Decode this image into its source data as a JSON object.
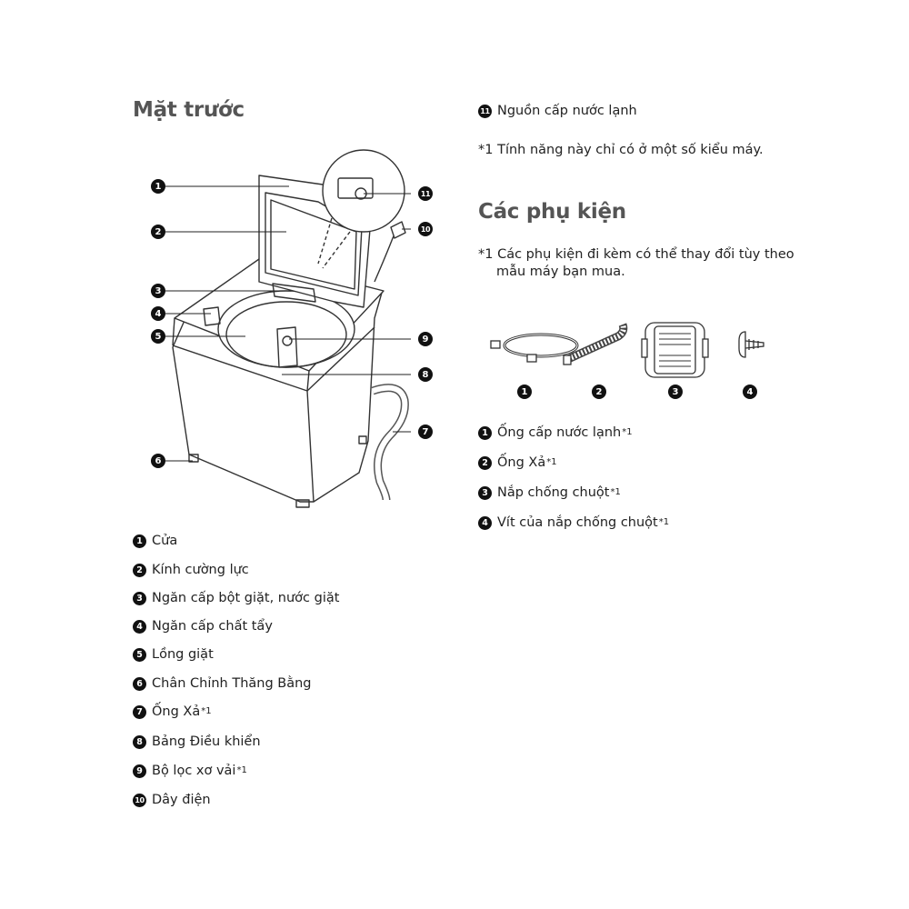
{
  "front": {
    "title": "Mặt trước",
    "diagram_callouts": [
      "1",
      "2",
      "3",
      "4",
      "5",
      "6",
      "7",
      "8",
      "9",
      "10",
      "11"
    ],
    "items": [
      {
        "num": "1",
        "label": "Cửa",
        "sup": ""
      },
      {
        "num": "2",
        "label": "Kính cường lực",
        "sup": ""
      },
      {
        "num": "3",
        "label": "Ngăn cấp bột giặt, nước giặt",
        "sup": ""
      },
      {
        "num": "4",
        "label": "Ngăn cấp chất tẩy",
        "sup": ""
      },
      {
        "num": "5",
        "label": "Lồng giặt",
        "sup": ""
      },
      {
        "num": "6",
        "label": "Chân Chỉnh Thăng Bằng",
        "sup": ""
      },
      {
        "num": "7",
        "label": "Ống Xả",
        "sup": "*1"
      },
      {
        "num": "8",
        "label": "Bảng Điều khiển",
        "sup": ""
      },
      {
        "num": "9",
        "label": "Bộ lọc xơ vải",
        "sup": "*1"
      },
      {
        "num": "10",
        "label": "Dây điện",
        "sup": ""
      }
    ]
  },
  "right": {
    "item11": {
      "num": "11",
      "label": "Nguồn cấp nước lạnh"
    },
    "footnote": "*1 Tính năng này chỉ có ở một số kiểu máy."
  },
  "accessories": {
    "title": "Các phụ kiện",
    "note_line1": "*1 Các phụ kiện đi kèm có thể thay đổi tùy theo",
    "note_line2": "mẫu máy bạn mua.",
    "picture_numbers": [
      "1",
      "2",
      "3",
      "4"
    ],
    "items": [
      {
        "num": "1",
        "label": "Ống cấp nước lạnh",
        "sup": "*1"
      },
      {
        "num": "2",
        "label": "Ống Xả",
        "sup": "*1"
      },
      {
        "num": "3",
        "label": "Nắp chống chuột",
        "sup": "*1"
      },
      {
        "num": "4",
        "label": "Vít của nắp chống chuột",
        "sup": "*1"
      }
    ]
  }
}
